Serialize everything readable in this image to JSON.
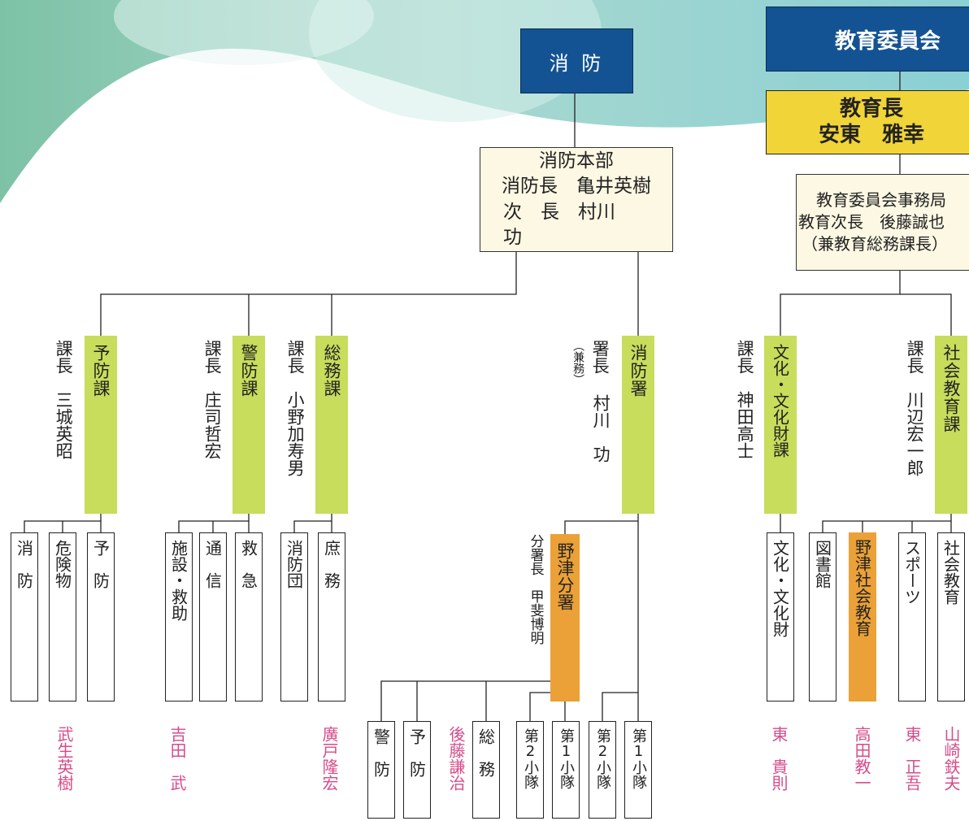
{
  "fire": {
    "head": "消 防",
    "hq": {
      "title": "消防本部",
      "line1": "消防長　亀井英樹",
      "line2": "次　長　村川　功"
    },
    "sections": {
      "yobo": {
        "name": "予防課",
        "chief": "課長　三城英昭"
      },
      "keibo": {
        "name": "警防課",
        "chief": "課長　庄司哲宏"
      },
      "somu": {
        "name": "総務課",
        "chief": "課長　小野加寿男"
      },
      "shobosho": {
        "name": "消防署",
        "chief_title": "署長",
        "chief_note": "（兼務）",
        "chief_name": "村川　功"
      }
    },
    "units": {
      "yobo": [
        "消　防",
        "危険物",
        "予　防"
      ],
      "keibo": [
        "施設・救助",
        "通　信",
        "救　急"
      ],
      "somu": [
        "消防団",
        "庶　務"
      ]
    },
    "nozu": {
      "name": "野津分署",
      "chief": "分署長　甲斐博明"
    },
    "station_units": [
      "警　防",
      "予　防",
      "総　務",
      "第2小隊",
      "第1小隊",
      "第2小隊",
      "第1小隊"
    ],
    "pink_names": [
      "武生英樹",
      "吉田　武",
      "廣戸隆宏",
      "後藤謙治"
    ]
  },
  "edu": {
    "board": "教育委員会",
    "superintendent": {
      "title": "教育長",
      "name": "安東　雅幸"
    },
    "office": {
      "line1": "教育委員会事務局",
      "line2": "教育次長　後藤誠也",
      "line3": "（兼教育総務課長）"
    },
    "sections": {
      "bunka": {
        "name": "文化・文化財課",
        "chief": "課長　神田高士"
      },
      "shakai": {
        "name": "社会教育課",
        "chief": "課長　川辺宏一郎"
      }
    },
    "units": [
      "文化・文化財",
      "図書館",
      "野津社会教育",
      "スポーツ",
      "社会教育"
    ],
    "pink_names": [
      "東　貴則",
      "高田教一",
      "東　正吾",
      "山崎鉄夫"
    ]
  }
}
